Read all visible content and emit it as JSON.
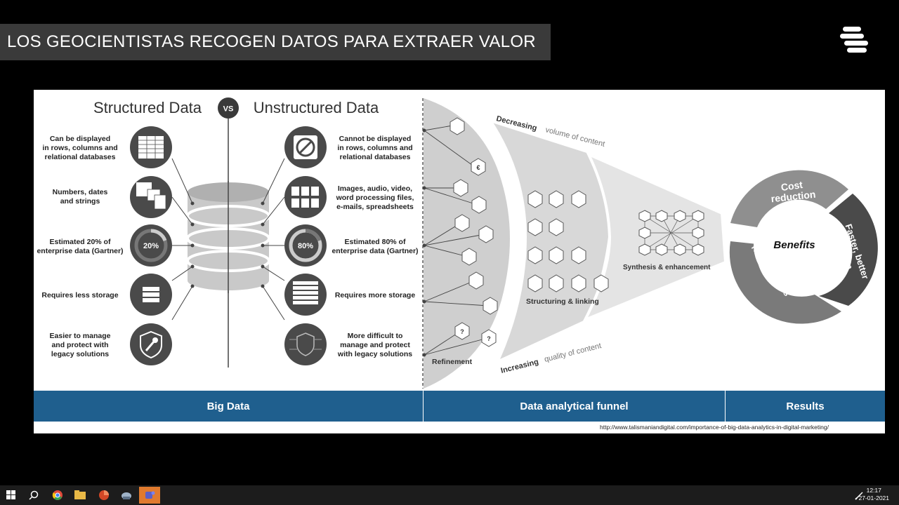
{
  "title": "LOS GEOCIENTISTAS RECOGEN DATOS PARA EXTRAER VALOR",
  "left": {
    "structured_title": "Structured Data",
    "vs": "VS",
    "unstructured_title": "Unstructured Data",
    "structured_items": [
      [
        "Can be displayed",
        "in rows, columns and",
        "relational databases"
      ],
      [
        "Numbers, dates",
        "and strings"
      ],
      [
        "Estimated 20% of",
        "enterprise data (Gartner)"
      ],
      [
        "Requires less storage"
      ],
      [
        "Easier to manage",
        "and protect with",
        "legacy solutions"
      ]
    ],
    "unstructured_items": [
      [
        "Cannot be displayed",
        "in rows, columns and",
        "relational databases"
      ],
      [
        "Images, audio, video,",
        "word processing files,",
        "e-mails, spreadsheets"
      ],
      [
        "Estimated 80% of",
        "enterprise data (Gartner)"
      ],
      [
        "Requires more storage"
      ],
      [
        "More difficult to",
        "manage and protect",
        "with legacy solutions"
      ]
    ],
    "pct_structured": "20%",
    "pct_unstructured": "80%"
  },
  "funnel": {
    "decreasing_prefix": "Decreasing",
    "decreasing_suffix": "volume of content",
    "increasing_prefix": "Increasing",
    "increasing_suffix": "quality of content",
    "refinement": "Refinement",
    "structuring": "Structuring & linking",
    "synthesis": "Synthesis & enhancement"
  },
  "results": {
    "center": "Benefits",
    "seg1": [
      "Cost",
      "reduction"
    ],
    "seg2": [
      "Faster, better",
      "decision"
    ],
    "seg3": [
      "New products",
      "& services"
    ]
  },
  "band": {
    "big_data": "Big Data",
    "funnel": "Data analytical funnel",
    "results": "Results"
  },
  "source_url": "http://www.talismaniandigital.com/importance-of-big-data-analytics-in-digital-marketing/",
  "taskbar": {
    "time": "12:17",
    "date": "27-01-2021"
  },
  "colors": {
    "band_blue": "#1f5f8e",
    "dark_gray": "#4a4a4a",
    "title_bar": "#3a3a3a",
    "taskbar_active": "#e07a2e"
  }
}
